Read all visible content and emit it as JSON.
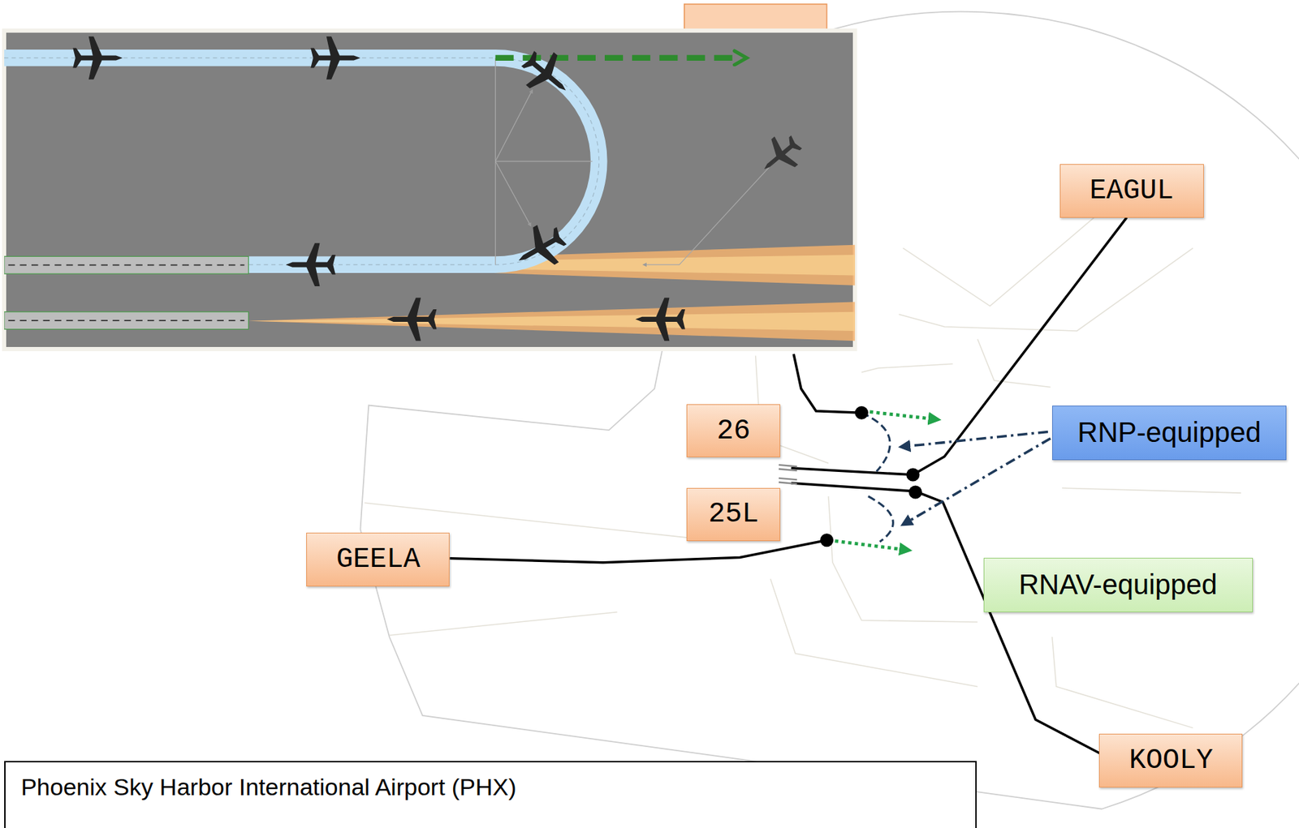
{
  "diagram": {
    "nodes": [
      {
        "text": [
          "EAGUL"
        ]
      },
      {
        "text": [
          "26"
        ]
      },
      {
        "text": [
          "RNP-equipped"
        ]
      },
      {
        "text": [
          "25L"
        ]
      },
      {
        "text": [
          "GEELA"
        ]
      },
      {
        "text": [
          "RNAV-equipped"
        ]
      },
      {
        "text": [
          "KOOLY"
        ]
      },
      {
        "text": [
          "Phoenix Sky Harbor International Airport (PHX)"
        ]
      }
    ]
  }
}
